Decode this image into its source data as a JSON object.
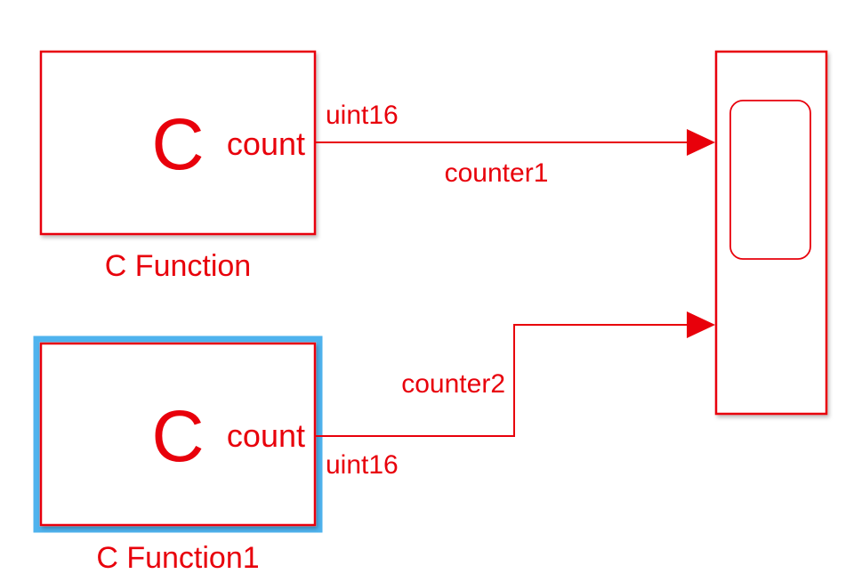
{
  "colors": {
    "block_stroke": "#e8000b",
    "block_fill": "#ffffff",
    "selection_highlight": "#4fb3ee"
  },
  "blocks": {
    "c_function": {
      "glyph": "C",
      "port_label": "count",
      "name": "C Function",
      "output_type": "uint16",
      "signal_name": "counter1",
      "selected": false
    },
    "c_function1": {
      "glyph": "C",
      "port_label": "count",
      "name": "C Function1",
      "output_type": "uint16",
      "signal_name": "counter2",
      "selected": true
    },
    "scope": {
      "icon": "scope-screen-icon",
      "input_count": 2
    }
  }
}
